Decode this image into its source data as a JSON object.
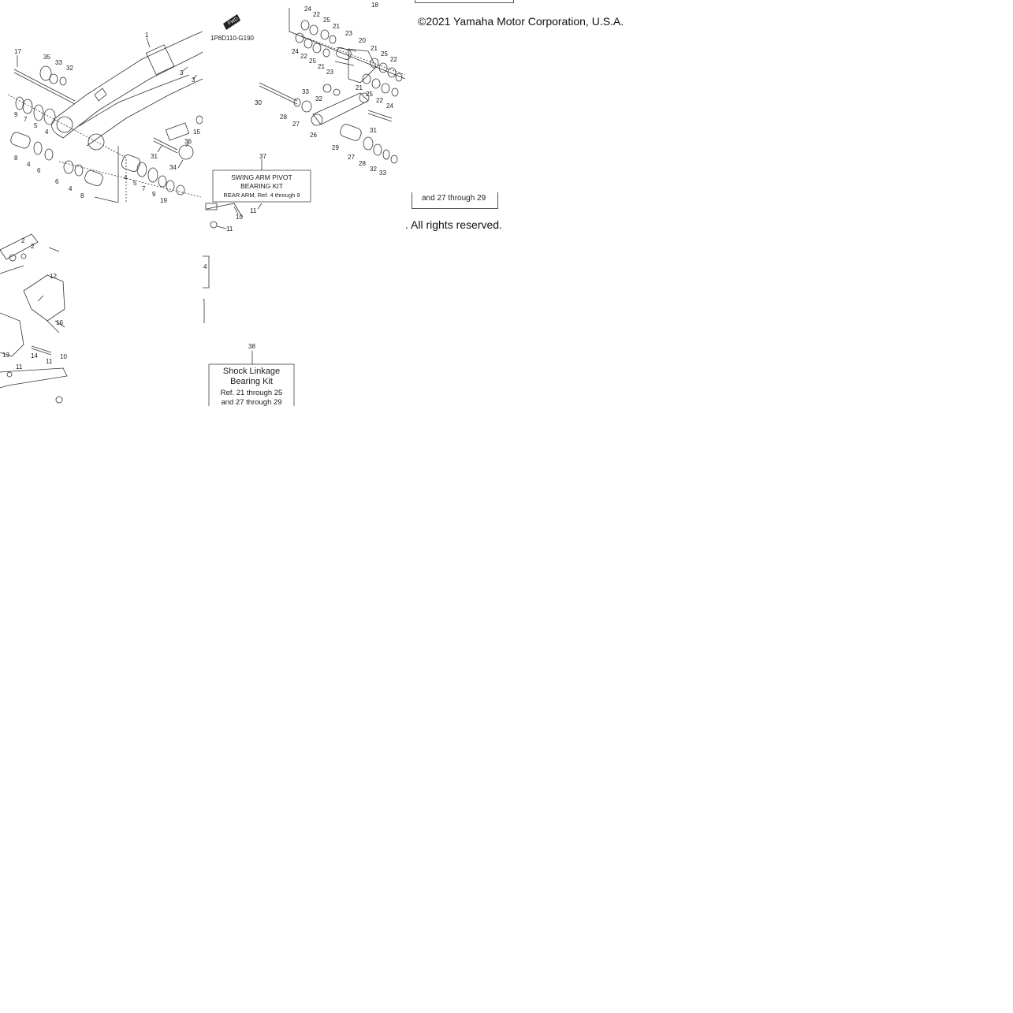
{
  "copyright": "©2021 Yamaha Motor Corporation, U.S.A.",
  "rights": ". All rights reserved.",
  "fwd_label": "FWD",
  "diagram_code": "1P8D110-G190",
  "callouts_left": [
    "1",
    "2",
    "3",
    "4",
    "5",
    "6",
    "7",
    "8",
    "9",
    "10",
    "11",
    "12",
    "13",
    "14",
    "15",
    "16",
    "17",
    "19",
    "31",
    "32",
    "33",
    "34",
    "35",
    "36"
  ],
  "callouts_right": [
    "18",
    "20",
    "21",
    "22",
    "23",
    "24",
    "25",
    "26",
    "27",
    "28",
    "29",
    "30",
    "31",
    "32",
    "33",
    "37",
    "38",
    "11",
    "10"
  ],
  "kit1": {
    "ref": "37",
    "line1": "SWING ARM PIVOT",
    "line2": "BEARING KIT",
    "line3": "REAR ARM, Ref. 4 through 9"
  },
  "kit2": {
    "ref": "38",
    "line1": "Shock Linkage",
    "line2": "Bearing Kit",
    "line3": "Ref.  21 through 25",
    "line4": "and 27 through 29"
  },
  "fragment_text": "and 27 through 29",
  "colors": {
    "ink": "#1a1a1a",
    "paper": "#ffffff",
    "line": "#333333"
  }
}
